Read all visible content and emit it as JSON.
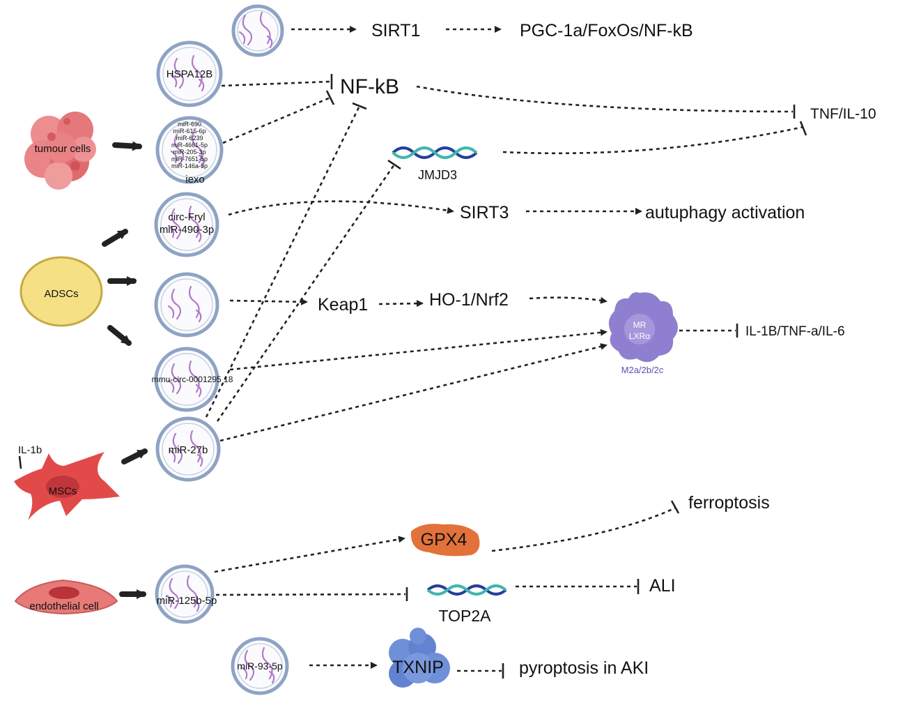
{
  "colors": {
    "vesicle_border": "#8ea3c4",
    "rna": "#b27acb",
    "tumour": "#e8787a",
    "adsc": "#f5e086",
    "msc": "#e24a4a",
    "endothelial": "#e77a77",
    "macrophage": "#8f7fd0",
    "gpx4": "#e2723a",
    "txnip": "#6f8fd8",
    "dna_blue": "#263f9a",
    "dna_teal": "#3fb6b0"
  },
  "cells": {
    "tumour": "tumour cells",
    "adsc": "ADSCs",
    "msc": "MSCs",
    "endothelial": "endothelial cell",
    "il1b": "IL-1b"
  },
  "vesicles": {
    "hspa12b": "HSPA12B",
    "iexo_mirnas": [
      "miR-690",
      "miR-615-6p",
      "miR-6239",
      "miR-4661-5p",
      "miR-205-3p",
      "miR-7651-5p",
      "miR-146a-5p"
    ],
    "iexo": "iexo",
    "circ_fryl_1": "circ-Fryl",
    "circ_fryl_2": "miR-490-3p",
    "mmu_circ": "mmu-circ-0001295",
    "mmu_circ_2": "18",
    "mir27b": "miR-27b",
    "mir125b": "miR-125b-5p",
    "mir93": "miR-93-5p"
  },
  "targets": {
    "sirt1": "SIRT1",
    "pgc": "PGC-1a/FoxOs/NF-kB",
    "nfkb": "NF-kB",
    "tnf": "TNF/IL-10",
    "jmjd3": "JMJD3",
    "sirt3": "SIRT3",
    "autophagy": "autuphagy activation",
    "keap1": "Keap1",
    "ho1": "HO-1/Nrf2",
    "macro_mr": "MR",
    "macro_lxr": "LXRα",
    "m2": "M2a/2b/2c",
    "il1b_tnf": "IL-1B/TNF-a/IL-6",
    "gpx4": "GPX4",
    "ferroptosis": "ferroptosis",
    "top2a": "TOP2A",
    "ali": "ALI",
    "txnip": "TXNIP",
    "pyroptosis": "pyroptosis in AKI"
  }
}
